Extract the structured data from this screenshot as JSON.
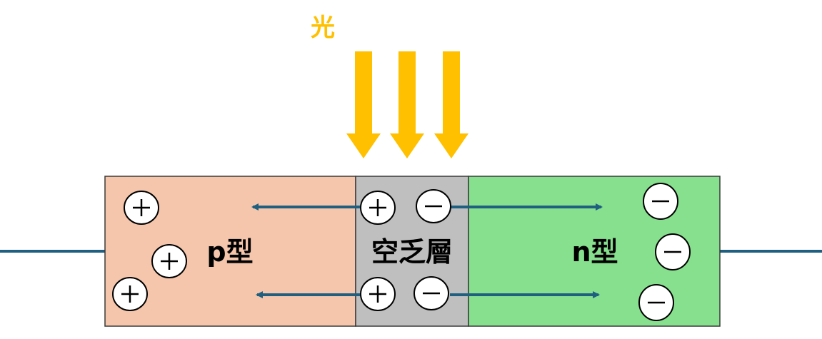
{
  "light": {
    "label": "光",
    "color": "#FFC000"
  },
  "regions": {
    "p": {
      "label": "p型",
      "color": "#F5C6AC"
    },
    "depletion": {
      "label": "空乏層",
      "color": "#BFBFBF"
    },
    "n": {
      "label": "n型",
      "color": "#86E08E"
    }
  },
  "colors": {
    "wire": "#1F5F80",
    "arrow": "#1F5F80",
    "border": "#3A3A3A",
    "carrier_fill": "#FFFFFF",
    "carrier_stroke": "#000000"
  },
  "carriers": {
    "hole_symbol": "+",
    "electron_symbol": "−",
    "p_region_holes": 3,
    "n_region_electrons": 3,
    "depletion_holes": 2,
    "depletion_electrons": 2
  }
}
